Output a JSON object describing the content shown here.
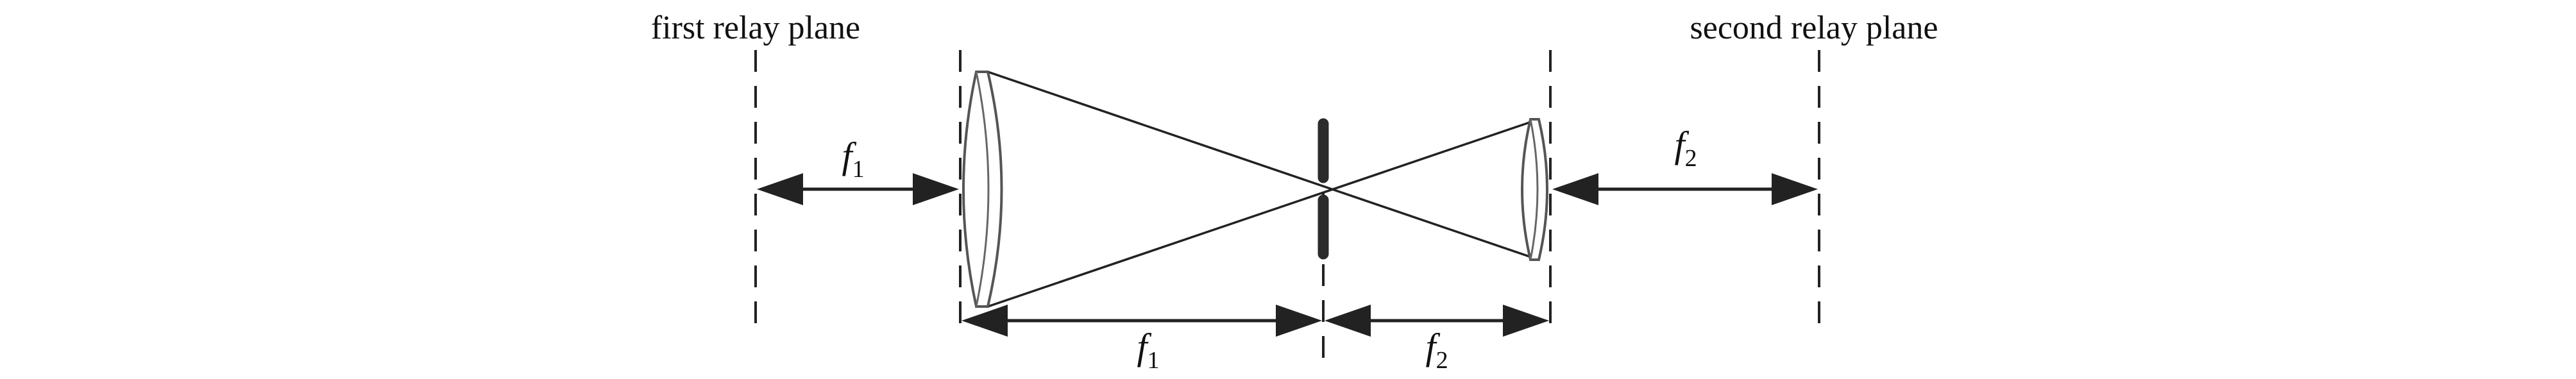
{
  "labels": {
    "first_plane": "first relay plane",
    "second_plane": "second relay plane"
  },
  "symbols": {
    "focal_letter": "f",
    "sub_1": "1",
    "sub_2": "2"
  }
}
